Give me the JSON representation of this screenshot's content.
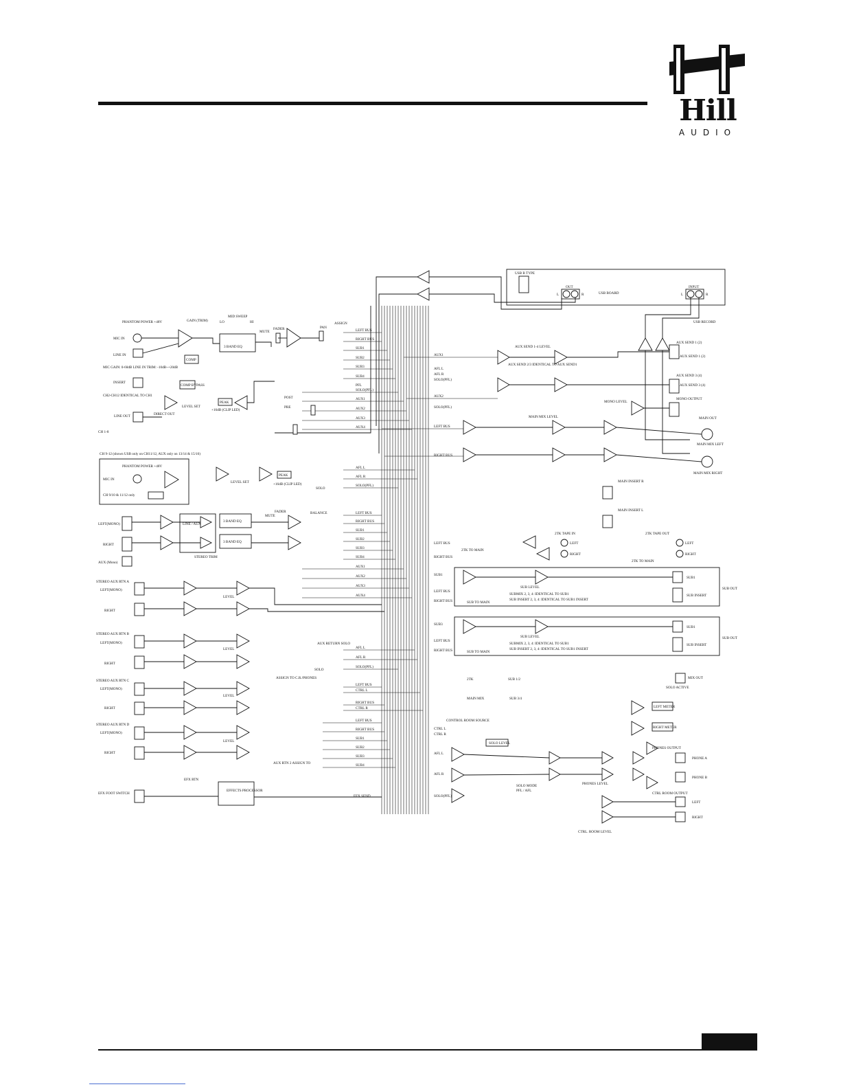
{
  "brand": {
    "logo_word": "Hill",
    "logo_sub": "AUDIO"
  },
  "labels": {
    "usb_b_type": "USB B TYPE",
    "usb_board": "USB BOARD",
    "out": "OUT",
    "input": "INPUT",
    "l": "L",
    "r": "R",
    "usb_record": "USB RECORD",
    "phantom_power": "PHANTOM POWER +48V",
    "gain_trim": "GAIN (TRIM)",
    "mid_sweep": "MID SWEEP",
    "lo": "LO",
    "hi": "HI",
    "eq_bands": "3 BAND EQ",
    "mute": "MUTE",
    "fader": "FADER",
    "pan": "PAN",
    "assign": "ASSIGN",
    "mic_in": "MIC IN",
    "line_in": "LINE IN",
    "mic_gain_note": "MIC GAIN: 0-60dB LINE IN TRIM: -10dB~+20dB",
    "comp": "COMP",
    "insert": "INSERT",
    "comp_bypass": "COMP BYPASS",
    "ch_identical": "CH2-CH12 IDENTICAL TO CH1",
    "level_set": "LEVEL SET",
    "peak": "PEAK",
    "peak_clip": "+16dB (CLIP LED)",
    "direct_out": "DIRECT OUT",
    "line_out": "LINE OUT",
    "ch1_8": "CH 1-8",
    "ch_note": "CH 9-12 (shown USB only on CH11/12, AUX only on 13/14 & 15/16)",
    "ch_note2": "CH 9/10 & 11/12 only",
    "line_aux": "LINE / AUX",
    "stereo_trim": "STEREO TRIM",
    "balance": "BALANCE",
    "left_mono": "LEFT(MONO)",
    "right": "RIGHT",
    "aux_mono": "AUX (Mono)",
    "stereo_aux_rtn_a": "STEREO AUX RTN A",
    "stereo_aux_rtn_b": "STEREO AUX RTN B",
    "stereo_aux_rtn_c": "STEREO AUX RTN C",
    "stereo_aux_rtn_d": "STEREO AUX RTN D",
    "level": "LEVEL",
    "aux_return_solo": "AUX RETURN SOLO",
    "solo": "SOLO",
    "assign_phones": "ASSIGN TO C.R./PHONES",
    "aux_rtn_assign": "AUX RTN 2 ASSIGN TO",
    "efx_foot_switch": "EFX FOOT SWITCH",
    "effects_processor": "EFFECTS PROCESSOR",
    "efx_send": "EFX SEND",
    "efx_rtn": "EFX RTN",
    "left_bus": "LEFT BUS",
    "right_bus": "RIGHT BUS",
    "sub1": "SUB1",
    "sub2": "SUB2",
    "sub3": "SUB3",
    "sub4": "SUB4",
    "aux1": "AUX1",
    "aux2": "AUX2",
    "aux3": "AUX3",
    "aux4": "AUX4",
    "afl_l": "AFL L",
    "afl_r": "AFL R",
    "pfl": "PFL",
    "solo_pfl": "SOLO(PFL)",
    "aux_send_level": "AUX SEND 1-4 LEVEL",
    "aux_send_identical": "AUX SEND 2/3 IDENTICAL TO AUX SEND1",
    "aux_send_12": "AUX SEND 1 (2)",
    "aux_send_34": "AUX SEND 3 (4)",
    "mono_level": "MONO LEVEL",
    "mono_output": "MONO OUTPUT",
    "main_mix_level": "MAIN MIX LEVEL",
    "main_out": "MAIN OUT",
    "main_mix_left": "MAIN MIX LEFT",
    "main_mix_right": "MAIN MIX RIGHT",
    "main_insert_r": "MAIN INSERT R",
    "main_insert_l": "MAIN INSERT L",
    "two_trk_tape_in": "2TK TAPE IN",
    "two_trk_tape_out": "2TK TAPE OUT",
    "two_trk_to_main": "2TK TO MAIN",
    "sub_level": "SUB LEVEL",
    "sub_out": "SUB OUT",
    "sub_insert": "SUB INSERT",
    "sub_to_main": "SUB TO MAIN",
    "submix_identical": "SUBMIX 2, 3, 4: IDENTICAL TO SUB1",
    "subinsert_identical": "SUB INSERT 2, 3, 4: IDENTICAL TO SUB1 INSERT",
    "mix_out": "MIX OUT",
    "solo_active": "SOLO ACTIVE",
    "left_meter": "LEFT METER",
    "right_meter": "RIGHT METER",
    "control_room_source": "CONTROL ROOM SOURCE",
    "main_mix": "MAIN MIX",
    "two_trk": "2TK",
    "sub_12": "SUB 1/2",
    "sub_34": "SUB 3/4",
    "ctrl_l": "CTRL L",
    "ctrl_r": "CTRL R",
    "solo_level": "SOLO LEVEL",
    "solo_mode": "SOLO MODE",
    "solo_mode_opt": "PFL / AFL",
    "phones_output": "PHONES OUTPUT",
    "phone_a": "PHONE A",
    "phone_b": "PHONE B",
    "phones_level": "PHONES LEVEL",
    "ctrl_room_output": "CTRL ROOM OUTPUT",
    "left": "LEFT",
    "ctrl_room_level": "CTRL. ROOM LEVEL",
    "post": "POST",
    "pre": "PRE"
  }
}
